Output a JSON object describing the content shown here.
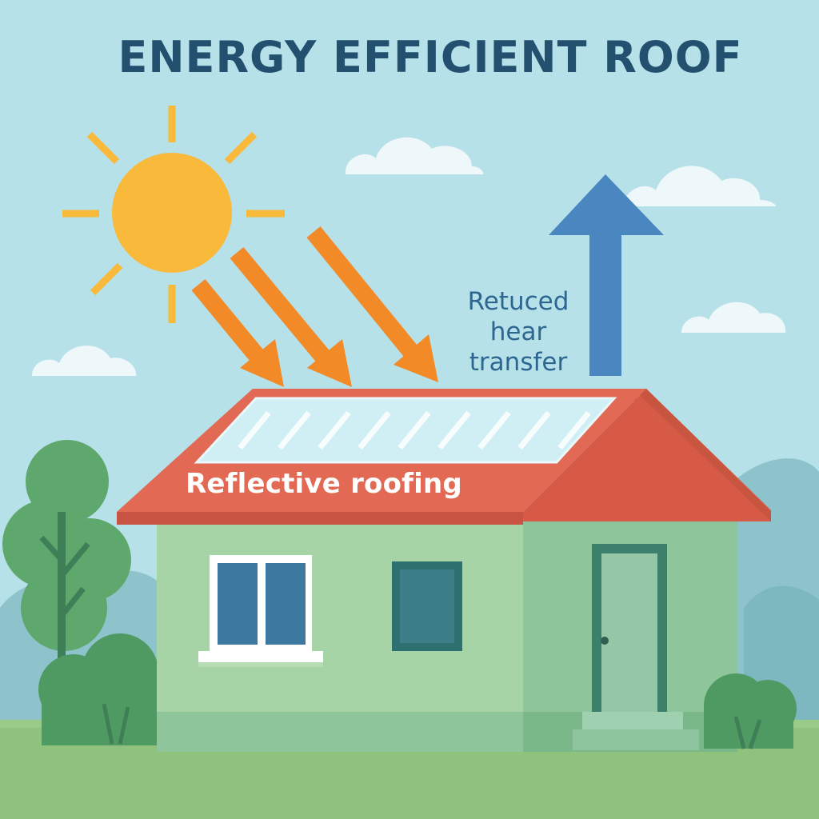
{
  "title": "ENERGY EFFICIENT ROOF",
  "labels": {
    "heat_transfer": "Retuced\nhear\ntransfer",
    "roofing": "Reflective roofing"
  },
  "colors": {
    "sky": "#b7e1e8",
    "sun": "#f9b93a",
    "sun_ray_arrows": "#f28a28",
    "roof": "#e26a55",
    "wall": "#9fcf9f",
    "heat_arrow": "#4a86bf",
    "title": "#23506e"
  },
  "icons": [
    "sun-icon",
    "cloud-icon",
    "tree-icon",
    "bush-icon",
    "house-icon",
    "door-icon",
    "window-icon"
  ]
}
